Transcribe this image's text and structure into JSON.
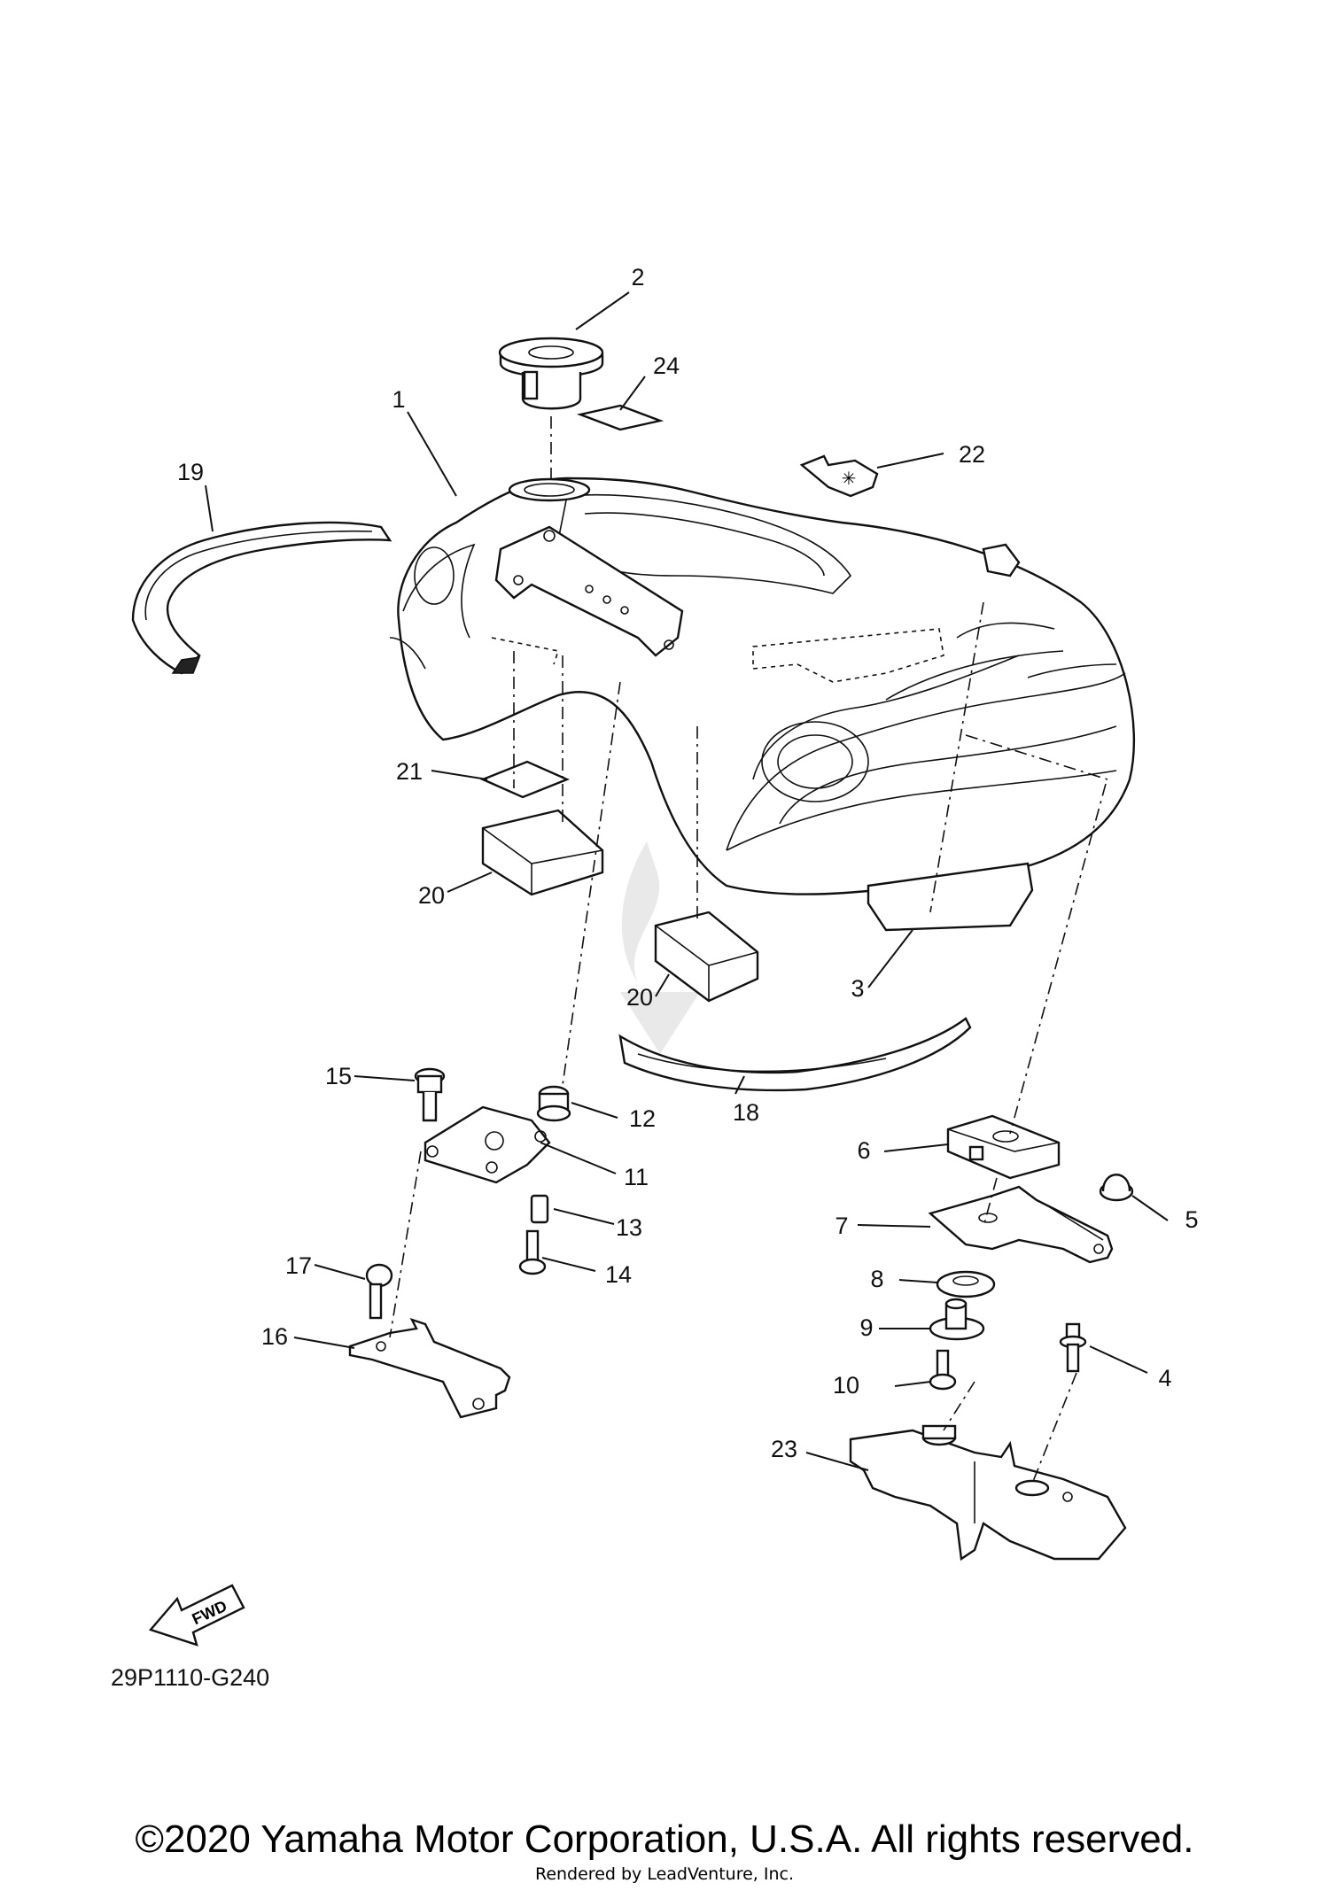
{
  "diagram": {
    "diagram_code": "29P1110-G240",
    "fwd_label": "FWD",
    "callouts": [
      "1",
      "2",
      "3",
      "4",
      "5",
      "6",
      "7",
      "8",
      "9",
      "10",
      "11",
      "12",
      "13",
      "14",
      "15",
      "16",
      "17",
      "18",
      "19",
      "20",
      "20",
      "21",
      "22",
      "23",
      "24"
    ]
  },
  "footer": {
    "copyright": "©2020 Yamaha Motor Corporation, U.S.A. All rights reserved.",
    "rendered_by": "Rendered by LeadVenture, Inc."
  }
}
